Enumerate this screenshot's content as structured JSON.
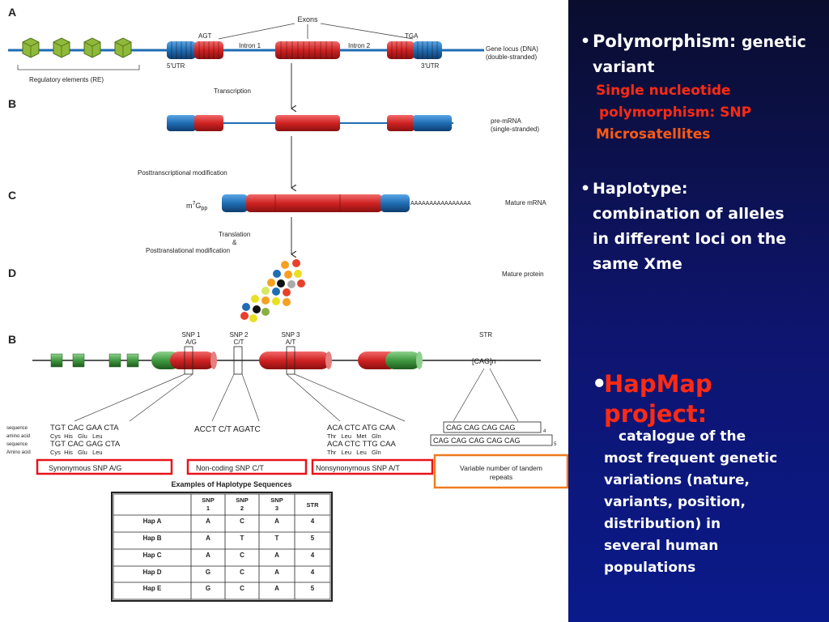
{
  "panel_a": {
    "panel_label": "A",
    "exons_label": "Exons",
    "agt_label": "AGT",
    "intron1_label": "Intron 1",
    "intron2_label": "Intron 2",
    "tga_label": "TGA",
    "utr5_label": "5'UTR",
    "utr3_label": "3'UTR",
    "gene_locus_line1": "Gene locus (DNA)",
    "gene_locus_line2": "(double-stranded)",
    "re_label": "Regulatory elements (RE)",
    "b_label": "B",
    "transcription_label": "Transcription",
    "premrna_line1": "pre-mRNA",
    "premrna_line2": "(single-stranded)",
    "posttranscriptional_label": "Posttranscriptional modification",
    "c_label": "C",
    "cap_label": "m7Gpp",
    "polya_label": "AAAAAAAAAAAAAAAA",
    "mature_mrna_label": "Mature mRNA",
    "translation_line1": "Translation",
    "translation_line2": "&",
    "translation_line3": "Posttranslational modification",
    "d_label": "D",
    "mature_protein_label": "Mature protein"
  },
  "panel_b": {
    "panel_label": "B",
    "snp1_label": "SNP 1",
    "snp1_alleles": "A/G",
    "snp2_label": "SNP 2",
    "snp2_alleles": "C/T",
    "snp3_label": "SNP 3",
    "snp3_alleles": "A/T",
    "str_label": "STR",
    "cag_label": "[CAG]n",
    "seq1_label_sequence": "sequence",
    "seq1_label_amino": "amino acid",
    "seq2_label_sequence": "sequence",
    "seq2_label_amino": "Amino acid",
    "syn_seq1": "TGT CAC GAA CTA",
    "syn_aa1": "Cys  His   Glu   Leu",
    "syn_seq2": "TGT CAC GAG CTA",
    "syn_aa2": "Cys  His   Glu   Leu",
    "noncoding_seq": "ACCT C/T AGATC",
    "nonsyn_seq1": "ACA CTC ATG CAA",
    "nonsyn_aa1": "Thr   Leu   Met   Gln",
    "nonsyn_seq2": "ACA CTC TTG CAA",
    "nonsyn_aa2": "Thr   Leu   Leu   Gln",
    "cag_repeat_row1": "CAG CAG CAG CAG",
    "cag_row1_count": "4",
    "cag_repeat_row2": "CAG CAG CAG CAG CAG",
    "cag_row2_count": "5",
    "syn_box_label": "Synonymous SNP A/G",
    "noncoding_box_label": "Non-coding SNP  C/T",
    "nonsyn_box_label": "Nonsynonymous SNP A/T",
    "vntr_line1": "Variable number of tandem",
    "vntr_line2": "repeats",
    "table_title": "Examples of Haplotype Sequences",
    "table_headers": [
      "",
      "SNP 1",
      "SNP 2",
      "SNP 3",
      "STR"
    ],
    "table_rows": [
      [
        "Hap A",
        "A",
        "C",
        "A",
        "4"
      ],
      [
        "Hap B",
        "A",
        "T",
        "T",
        "5"
      ],
      [
        "Hap C",
        "A",
        "C",
        "A",
        "4"
      ],
      [
        "Hap D",
        "G",
        "C",
        "A",
        "4"
      ],
      [
        "Hap E",
        "G",
        "C",
        "A",
        "5"
      ]
    ]
  },
  "slide": {
    "poly_head": "Polymorphism:",
    "poly_rest": " genetic",
    "poly_line2": "variant",
    "snp_line1": "Single nucleotide",
    "snp_line2": "polymorphism: SNP",
    "micro": "Microsatellites",
    "haplo_head": "Haplotype:",
    "haplo_l1": "combination of alleles",
    "haplo_l2": "in different loci on the",
    "haplo_l3": "same Xme",
    "hapmap_l1": "HapMap",
    "hapmap_l2": "project:",
    "hapmap_b1": "catalogue of the",
    "hapmap_b2": "most frequent genetic",
    "hapmap_b3": "variations (nature,",
    "hapmap_b4": "variants, position,",
    "hapmap_b5": "distribution) in",
    "hapmap_b6": "several human",
    "hapmap_b7": "populations"
  },
  "colors": {
    "exon_red": "#d32a2a",
    "utr_blue": "#1f6db3",
    "re_green": "#8fb93a",
    "panel_bg": "#0c1460",
    "accent_red": "#ff2a14",
    "box_red": "#e8141c",
    "box_orange": "#f07a1e"
  }
}
